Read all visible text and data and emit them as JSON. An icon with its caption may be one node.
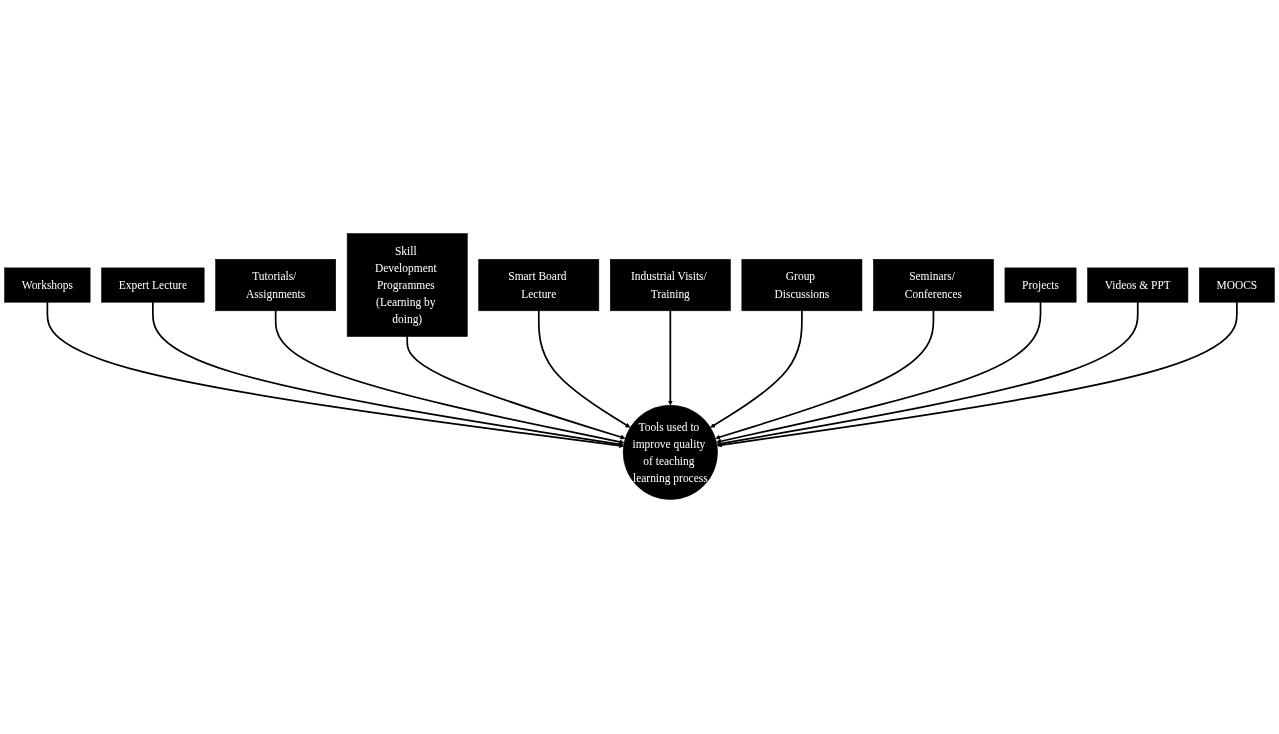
{
  "diagram": {
    "nodes": [
      {
        "text": [
          "Smart Board Lecture"
        ]
      },
      {
        "text": [
          "Industrial Visits/ Training"
        ]
      },
      {
        "text": [
          "Skill Development Programmes (Learning by doing)"
        ]
      },
      {
        "text": [
          "Group Discussions"
        ]
      },
      {
        "text": [
          "Seminars/ Conferences"
        ]
      },
      {
        "text": [
          "Tutorials/ Assignments"
        ]
      },
      {
        "text": [
          "Projects"
        ]
      },
      {
        "text": [
          "Expert Lecture"
        ]
      },
      {
        "text": [
          "Videos & PPT"
        ]
      },
      {
        "text": [
          "Workshops"
        ]
      },
      {
        "text": [
          "MOOCS"
        ]
      },
      {
        "text": [
          "Tools used to improve quality of teaching learning process"
        ]
      }
    ],
    "edges": [
      {
        "from": 9,
        "to": 11,
        "arrow": "to"
      },
      {
        "from": 7,
        "to": 11,
        "arrow": "to"
      },
      {
        "from": 5,
        "to": 11,
        "arrow": "to"
      },
      {
        "from": 2,
        "to": 11,
        "arrow": "to"
      },
      {
        "from": 0,
        "to": 11,
        "arrow": "to"
      },
      {
        "from": 1,
        "to": 11,
        "arrow": "to"
      },
      {
        "from": 3,
        "to": 11,
        "arrow": "to"
      },
      {
        "from": 4,
        "to": 11,
        "arrow": "to"
      },
      {
        "from": 6,
        "to": 11,
        "arrow": "to"
      },
      {
        "from": 8,
        "to": 11,
        "arrow": "to"
      },
      {
        "from": 10,
        "to": 11,
        "arrow": "to"
      }
    ]
  }
}
